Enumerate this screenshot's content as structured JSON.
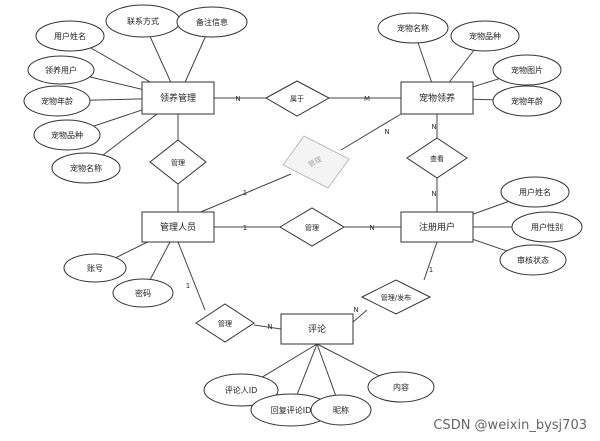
{
  "entities": {
    "adopt_mgmt": "领养管理",
    "pet_adopt": "宠物领养",
    "admin": "管理人员",
    "reg_user": "注册用户",
    "comment": "评论"
  },
  "attributes": {
    "adopt_user_name": "用户姓名",
    "adopt_contact": "联系方式",
    "adopt_note": "备注信息",
    "adopt_adopter": "领养用户",
    "adopt_pet_age": "宠物年龄",
    "adopt_pet_breed": "宠物品种",
    "adopt_pet_name": "宠物名称",
    "pet_name": "宠物名称",
    "pet_breed": "宠物品种",
    "pet_image": "宠物图片",
    "pet_age": "宠物年龄",
    "user_name": "用户姓名",
    "user_gender": "用户性别",
    "user_status": "审核状态",
    "admin_account": "账号",
    "admin_password": "密码",
    "comment_user_id": "评论人ID",
    "comment_reply_id": "回复评论ID",
    "comment_nickname": "昵称",
    "comment_content": "内容"
  },
  "relationships": {
    "belongs": "属于",
    "manage_adopt": "管理",
    "manage_pet": "管理",
    "view": "查看",
    "manage_user": "管理",
    "manage_comment": "管理",
    "reply_publish": "管理/发布"
  },
  "cardinalities": {
    "adopt_belongs": "N",
    "pet_belongs": "M",
    "pet_manage": "N",
    "admin_manage_pet": "1",
    "pet_view": "N",
    "user_view": "N",
    "admin_manage_user": "1",
    "user_manage_user": "N",
    "admin_comment": "1",
    "comment_admin": "N",
    "comment_user": "N",
    "user_comment": "1"
  },
  "watermark": "CSDN @weixin_bysj703"
}
